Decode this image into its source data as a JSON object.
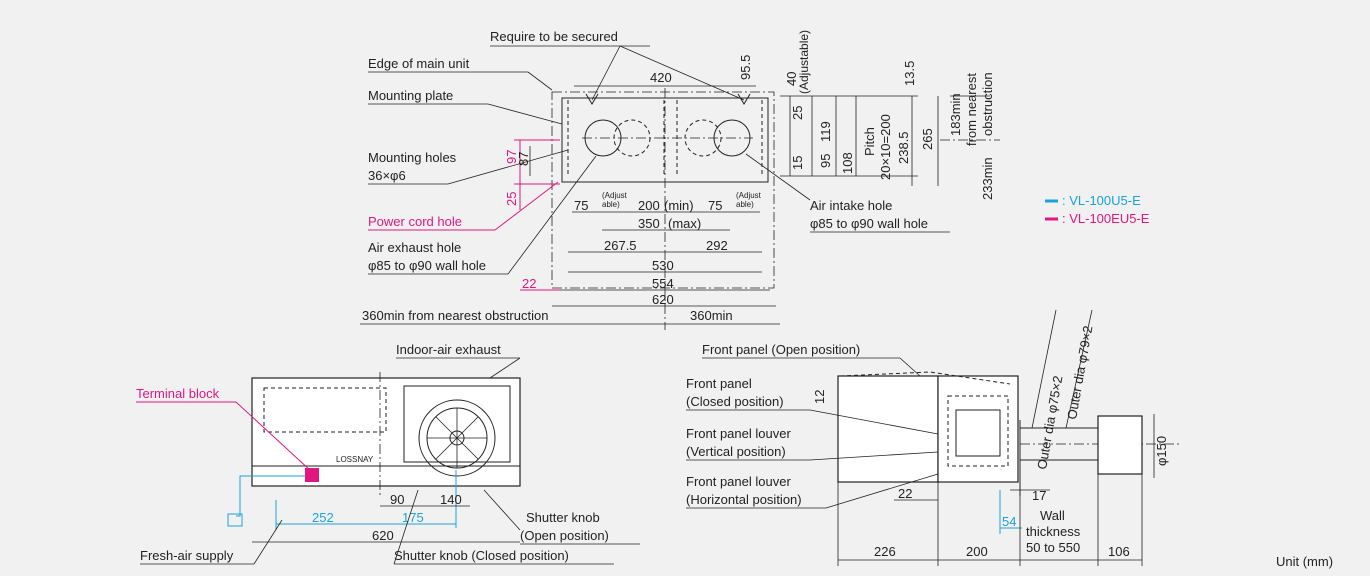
{
  "labels": {
    "require_secured": "Require to be secured",
    "edge_main_unit": "Edge of main unit",
    "mounting_plate": "Mounting plate",
    "mounting_holes": "Mounting holes",
    "mounting_holes_spec": "36×φ6",
    "power_cord_hole": "Power cord hole",
    "air_exhaust_hole": "Air exhaust hole",
    "air_exhaust_spec": "φ85 to φ90 wall hole",
    "air_intake_hole": "Air intake hole",
    "air_intake_spec": "φ85 to φ90 wall hole",
    "adjustable_rot": "(Adjustable)",
    "adjust_a": "(Adjust",
    "adjust_b": "able)",
    "from_nearest": "183min",
    "from_nearest2": "from nearest",
    "from_nearest3": "obstruction",
    "pitch_a": "Pitch",
    "pitch_b": "20×10=200",
    "min_233": "233min",
    "obstruction_left": "360min from nearest obstruction",
    "obstruction_right": "360min",
    "indoor_air_exhaust": "Indoor-air exhaust",
    "terminal_block": "Terminal block",
    "fresh_air_supply": "Fresh-air supply",
    "shutter_open_a": "Shutter knob",
    "shutter_open_b": "(Open position)",
    "shutter_closed": "Shutter knob (Closed position)",
    "front_panel_open": "Front panel (Open position)",
    "front_panel_a": "Front panel",
    "front_panel_b": "(Closed position)",
    "louver_v_a": "Front panel louver",
    "louver_v_b": "(Vertical position)",
    "louver_h_a": "Front panel louver",
    "louver_h_b": "(Horizontal position)",
    "outer_dia_75": "Outer dia φ75×2",
    "outer_dia_79": "Outer dia φ79×2",
    "wall_a": "Wall",
    "wall_b": "thickness",
    "wall_c": "50 to 550",
    "unit": "Unit (mm)",
    "brand": "LOSSNAY",
    "legend_blue": ": VL-100U5-E",
    "legend_pink": ": VL-100EU5-E"
  },
  "dims_top": {
    "d420": "420",
    "d95_5": "95.5",
    "d40": "40",
    "d13_5": "13.5",
    "d25": "25",
    "d119": "119",
    "d15": "15",
    "d95": "95",
    "d108": "108",
    "d238_5": "238.5",
    "d265": "265",
    "d97": "97",
    "d87": "87",
    "d25b": "25",
    "d75a": "75",
    "d200": "200",
    "min": "(min)",
    "d75b": "75",
    "d350": "350",
    "max": "(max)",
    "d267_5": "267.5",
    "d292": "292",
    "d530": "530",
    "d554": "554",
    "d620": "620",
    "d22": "22"
  },
  "dims_front": {
    "d90": "90",
    "d140": "140",
    "d252": "252",
    "d175": "175",
    "d620": "620"
  },
  "dims_side": {
    "d12": "12",
    "d22": "22",
    "d17": "17",
    "d54": "54",
    "d150": "φ150",
    "d226": "226",
    "d200": "200",
    "d106": "106"
  },
  "colors": {
    "blue": "#1aa3d8",
    "pink": "#e0177f",
    "line": "#222222",
    "background": "#f1f1f1"
  }
}
